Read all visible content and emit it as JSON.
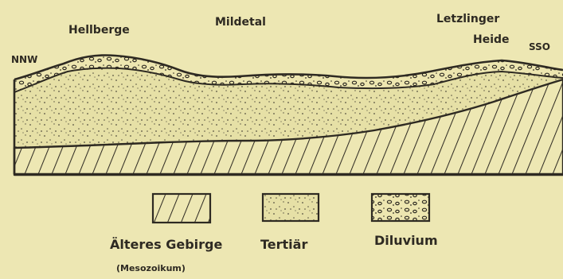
{
  "labels": {
    "direction_left": "NNW",
    "direction_right": "SSO",
    "place_1": "Hellberge",
    "place_2": "Mildetal",
    "place_3_line1": "Letzlinger",
    "place_3_line2": "Heide"
  },
  "legend": [
    {
      "label": "Älteres Gebirge",
      "sublabel": "(Mesozoikum)",
      "pattern": "hatch"
    },
    {
      "label": "Tertiär",
      "sublabel": "",
      "pattern": "stipple"
    },
    {
      "label": "Diluvium",
      "sublabel": "",
      "pattern": "pebbles"
    }
  ],
  "colors": {
    "background": "#ede7b3",
    "ink": "#2e2a22",
    "tertiary_fill": "#e6e0a6",
    "diluvium_fill": "#ede6b0"
  }
}
